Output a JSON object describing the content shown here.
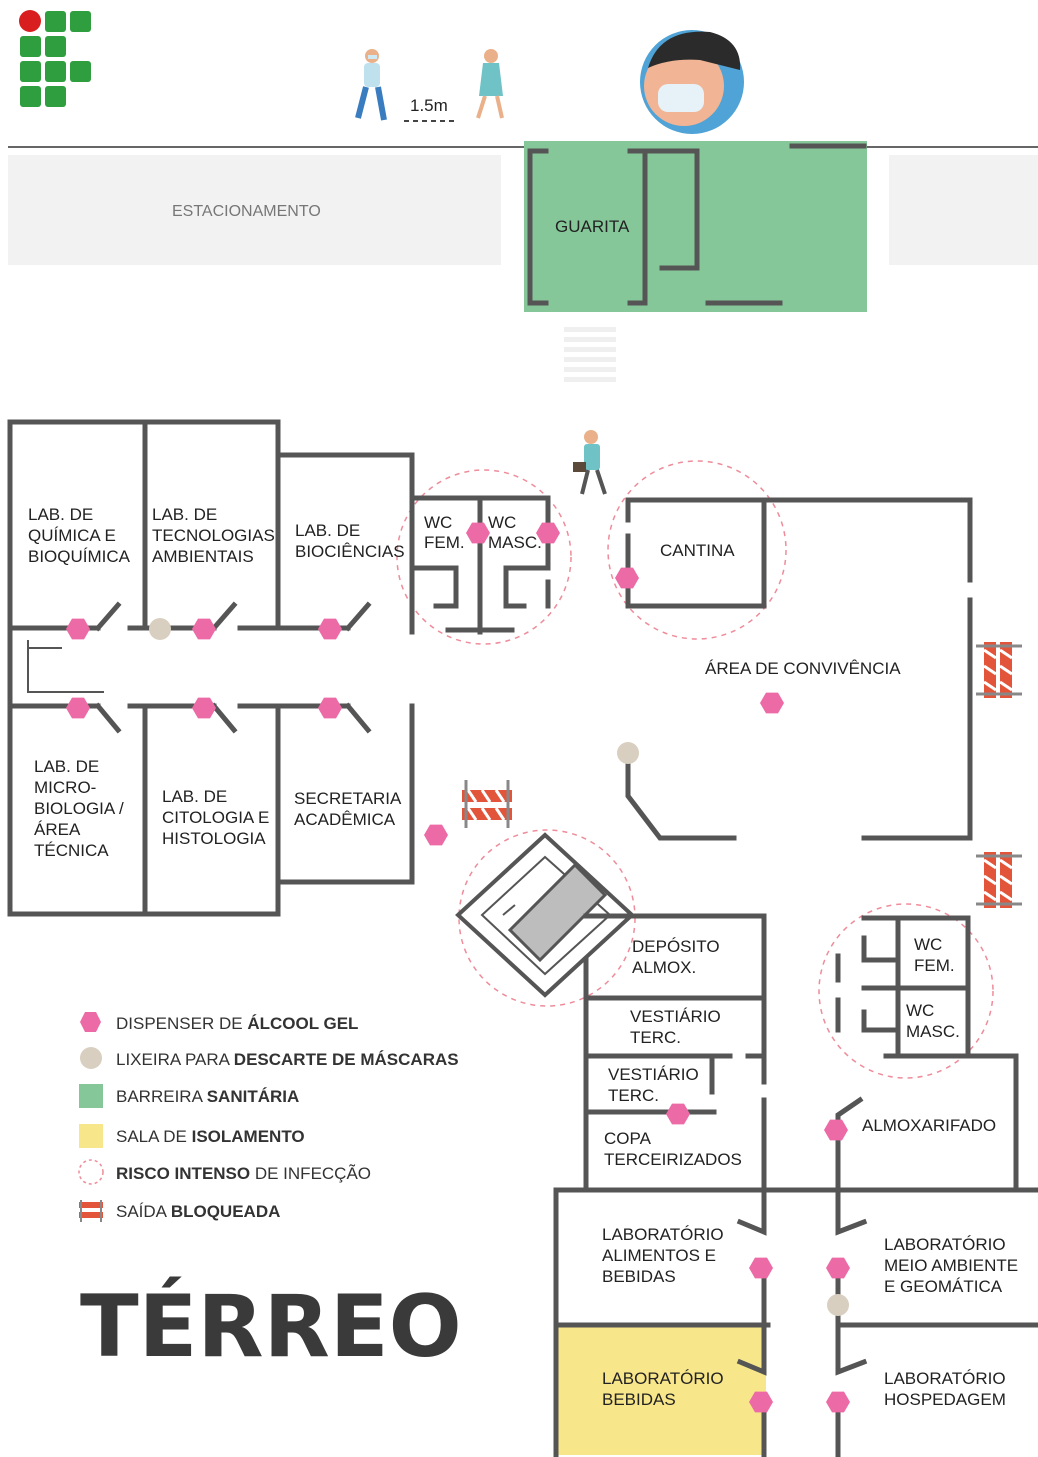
{
  "title": "TÉRREO",
  "distance_label": "1.5m",
  "rooms": {
    "estacionamento": "ESTACIONAMENTO",
    "guarita": "GUARITA",
    "lab_quimica": [
      "LAB. DE",
      "QUÍMICA E",
      "BIOQUÍMICA"
    ],
    "lab_tecnologias": [
      "LAB. DE",
      "TECNOLOGIAS",
      "AMBIENTAIS"
    ],
    "lab_biociencias": [
      "LAB. DE",
      "BIOCIÊNCIAS"
    ],
    "wc_fem_1": [
      "WC",
      "FEM."
    ],
    "wc_masc_1": [
      "WC",
      "MASC."
    ],
    "cantina": "CANTINA",
    "area_convivencia": "ÁREA DE CONVIVÊNCIA",
    "lab_microbiologia": [
      "LAB. DE",
      "MICRO-",
      "BIOLOGIA /",
      "ÁREA",
      "TÉCNICA"
    ],
    "lab_citologia": [
      "LAB. DE",
      "CITOLOGIA E",
      "HISTOLOGIA"
    ],
    "secretaria": [
      "SECRETARIA",
      "ACADÊMICA"
    ],
    "deposito": [
      "DEPÓSITO",
      "ALMOX."
    ],
    "vestiario_1": [
      "VESTIÁRIO",
      "TERC."
    ],
    "vestiario_2": [
      "VESTIÁRIO",
      "TERC."
    ],
    "copa": [
      "COPA",
      "TERCEIRIZADOS"
    ],
    "wc_fem_2": [
      "WC",
      "FEM."
    ],
    "wc_masc_2": [
      "WC",
      "MASC."
    ],
    "almoxarifado": "ALMOXARIFADO",
    "lab_alimentos": [
      "LABORATÓRIO",
      "ALIMENTOS E",
      "BEBIDAS"
    ],
    "lab_meio_ambiente": [
      "LABORATÓRIO",
      "MEIO AMBIENTE",
      "E GEOMÁTICA"
    ],
    "lab_bebidas": [
      "LABORATÓRIO",
      "BEBIDAS"
    ],
    "lab_hospedagem": [
      "LABORATÓRIO",
      "HOSPEDAGEM"
    ]
  },
  "legend": [
    {
      "icon": "hexagon-icon",
      "color": "#ec6aa6",
      "normal": "DISPENSER DE ",
      "bold": "ÁLCOOL GEL"
    },
    {
      "icon": "circle-icon",
      "color": "#d8cfc0",
      "normal": "LIXEIRA PARA ",
      "bold": "DESCARTE DE MÁSCARAS"
    },
    {
      "icon": "square-icon",
      "color": "#86c79a",
      "normal": "BARREIRA ",
      "bold": "SANITÁRIA"
    },
    {
      "icon": "square-icon",
      "color": "#f8e68a",
      "normal": "SALA DE ",
      "bold": "ISOLAMENTO"
    },
    {
      "icon": "dashed-circle-icon",
      "color": "#ee8c9a",
      "normal": " DE INFECÇÃO",
      "bold": "RISCO INTENSO"
    },
    {
      "icon": "barrier-icon",
      "color": "#e2553a",
      "normal": "SAÍDA ",
      "bold": "BLOQUEADA"
    }
  ],
  "colors": {
    "sanitary_barrier": "#86c79a",
    "isolation_room": "#f8e68a",
    "dispenser": "#ec6aa6",
    "bin": "#d8cfc0",
    "risk_circle": "#ee8c9a",
    "wall": "#555555",
    "parking": "#f2f2f2"
  }
}
